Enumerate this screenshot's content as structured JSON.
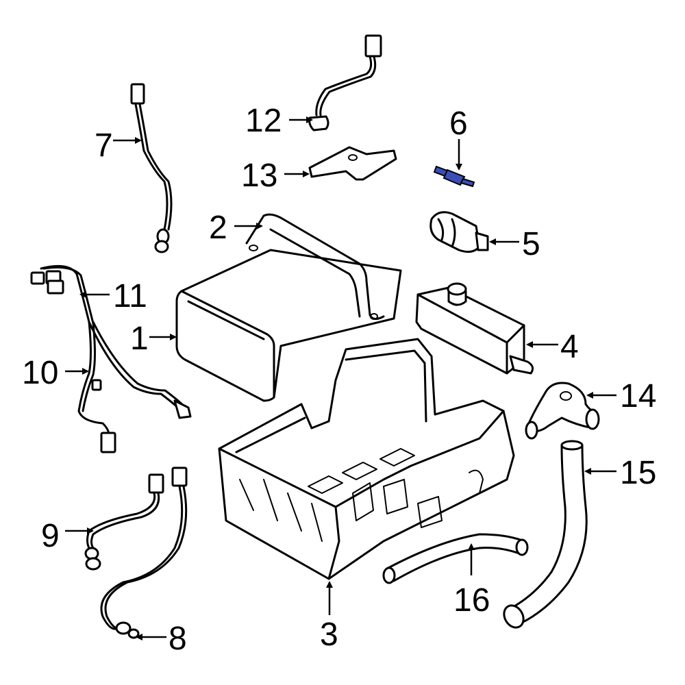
{
  "callouts": [
    {
      "id": "1",
      "text": "1"
    },
    {
      "id": "2",
      "text": "2"
    },
    {
      "id": "3",
      "text": "3"
    },
    {
      "id": "4",
      "text": "4"
    },
    {
      "id": "5",
      "text": "5"
    },
    {
      "id": "6",
      "text": "6"
    },
    {
      "id": "7",
      "text": "7"
    },
    {
      "id": "8",
      "text": "8"
    },
    {
      "id": "9",
      "text": "9"
    },
    {
      "id": "10",
      "text": "10"
    },
    {
      "id": "11",
      "text": "11"
    },
    {
      "id": "12",
      "text": "12"
    },
    {
      "id": "13",
      "text": "13"
    },
    {
      "id": "14",
      "text": "14"
    },
    {
      "id": "15",
      "text": "15"
    },
    {
      "id": "16",
      "text": "16"
    }
  ],
  "colors": {
    "line": "#000000",
    "highlight": "#3a4fb8",
    "background": "#ffffff"
  }
}
